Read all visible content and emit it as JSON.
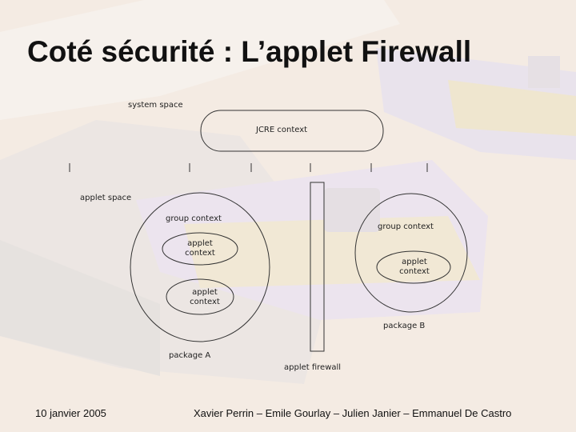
{
  "slide": {
    "title": "Coté sécurité : L’applet Firewall"
  },
  "diagram": {
    "system_space": "system space",
    "jcre_context": "JCRE context",
    "applet_space": "applet space",
    "package_a": {
      "group_context": "group context",
      "applet_context_1": [
        "applet",
        "context"
      ],
      "applet_context_2": [
        "applet",
        "context"
      ],
      "label": "package A"
    },
    "package_b": {
      "group_context": "group context",
      "applet_context": [
        "applet",
        "context"
      ],
      "label": "package B"
    },
    "firewall": "applet firewall"
  },
  "footer": {
    "date": "10 janvier 2005",
    "authors": "Xavier Perrin – Emile Gourlay – Julien Janier – Emmanuel De Castro"
  }
}
